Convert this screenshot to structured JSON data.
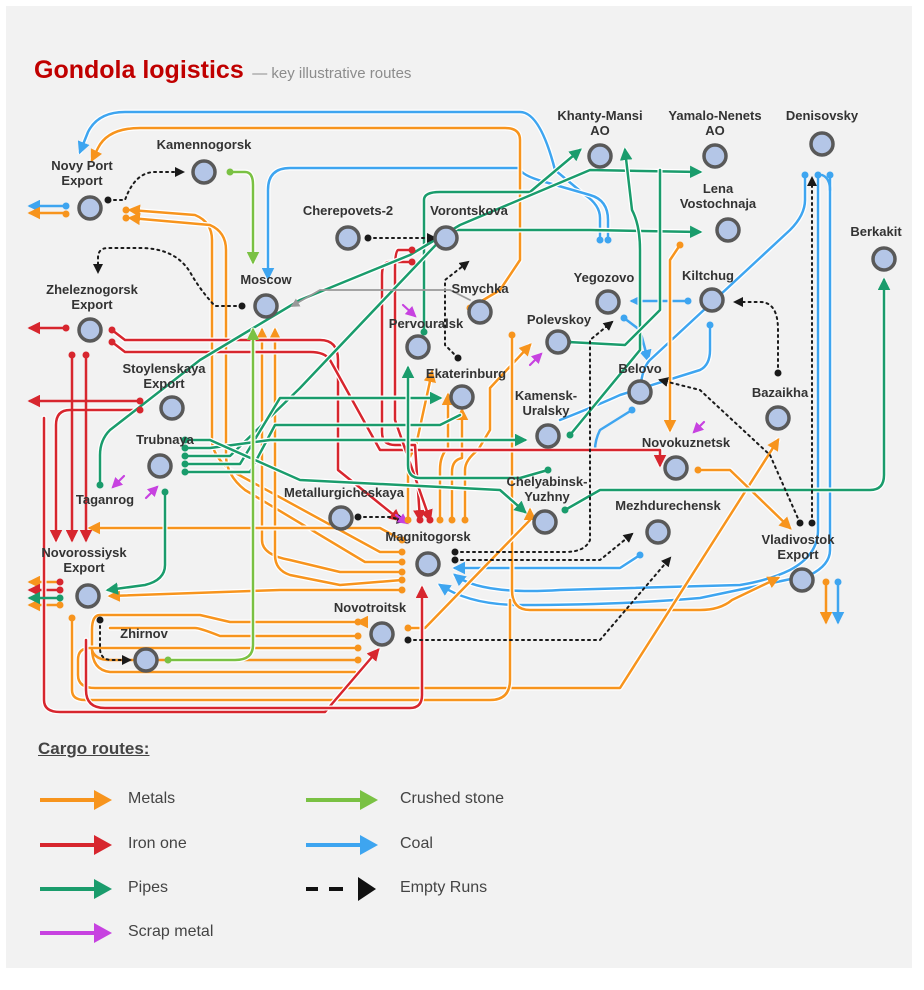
{
  "title": {
    "main": "Gondola logistics",
    "subtitle": "— key illustrative routes"
  },
  "colors": {
    "metals": "#f7941d",
    "iron_ore": "#d7262e",
    "pipes": "#1a9c6c",
    "crushed_stone": "#7ac143",
    "coal": "#3ea5f0",
    "empty": "#1a1a1a",
    "scrap": "#c742e0",
    "station_fill": "#b4c6e7",
    "station_ring": "#595959"
  },
  "stations": {
    "novy_port": [
      "Novy Port",
      "Export"
    ],
    "kamennogorsk": [
      "Kamennogorsk"
    ],
    "cherepovets": [
      "Cherepovets-2"
    ],
    "vorontskova": [
      "Vorontskova"
    ],
    "khanty": [
      "Khanty-Mansi",
      "AO"
    ],
    "yamalo": [
      "Yamalo-Nenets",
      "AO"
    ],
    "denisovsky": [
      "Denisovsky"
    ],
    "lena": [
      "Lena",
      "Vostochnaja"
    ],
    "berkakit": [
      "Berkakit"
    ],
    "zheleznogorsk": [
      "Zheleznogorsk",
      "Export"
    ],
    "moscow": [
      "Moscow"
    ],
    "smychka": [
      "Smychka"
    ],
    "yegozovo": [
      "Yegozovo"
    ],
    "kiltchug": [
      "Kiltchug"
    ],
    "pervouralsk": [
      "Pervouralsk"
    ],
    "polevskoy": [
      "Polevskoy"
    ],
    "stoylenskaya": [
      "Stoylenskaya",
      "Export"
    ],
    "ekaterinburg": [
      "Ekaterinburg"
    ],
    "belovo": [
      "Belovo"
    ],
    "kamensk": [
      "Kamensk-",
      "Uralsky"
    ],
    "bazaikha": [
      "Bazaikha"
    ],
    "trubnaya": [
      "Trubnaya"
    ],
    "novokuznetsk": [
      "Novokuznetsk"
    ],
    "taganrog": [
      "Taganrog"
    ],
    "chelyabinsk": [
      "Chelyabinsk-",
      "Yuzhny"
    ],
    "metallurg": [
      "Metallurgicheskaya"
    ],
    "mezhdurechensk": [
      "Mezhdurechensk"
    ],
    "magnitogorsk": [
      "Magnitogorsk"
    ],
    "novorossiysk": [
      "Novorossiysk",
      "Export"
    ],
    "vladivostok": [
      "Vladivostok",
      "Export"
    ],
    "novotroitsk": [
      "Novotroitsk"
    ],
    "zhirnov": [
      "Zhirnov"
    ]
  },
  "legend": {
    "title": "Cargo routes:",
    "metals": "Metals",
    "iron_ore": "Iron one",
    "pipes": "Pipes",
    "scrap": "Scrap metal",
    "crushed_stone": "Crushed stone",
    "coal": "Coal",
    "empty": "Empty Runs"
  }
}
